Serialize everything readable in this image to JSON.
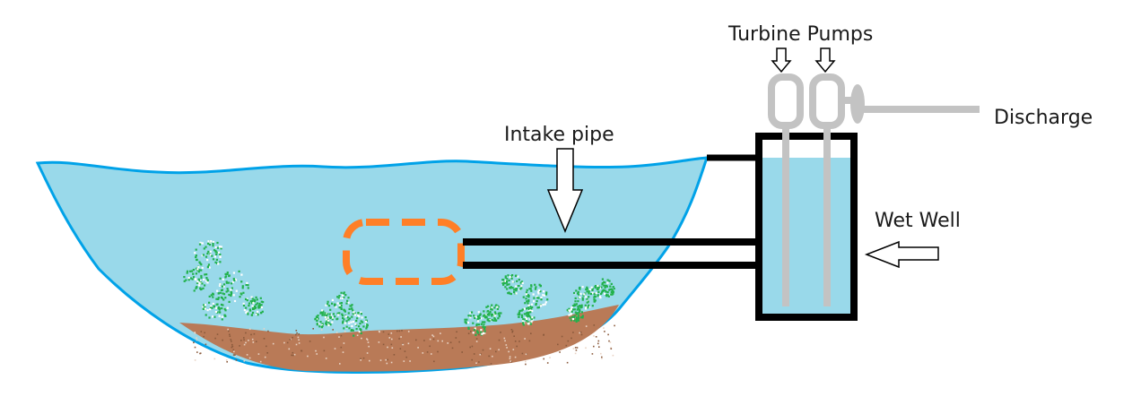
{
  "labels": {
    "turbine_pumps": "Turbine Pumps",
    "intake_pipe": "Intake pipe",
    "wet_well": "Wet Well",
    "discharge": "Discharge"
  },
  "colors": {
    "water": "#99d9ea",
    "water_outline": "#00a2e8",
    "sediment": "#b97a57",
    "vegetation": "#22b14c",
    "intake_screen": "#ff7f27",
    "pump": "#c3c3c3",
    "structure": "#000000"
  }
}
